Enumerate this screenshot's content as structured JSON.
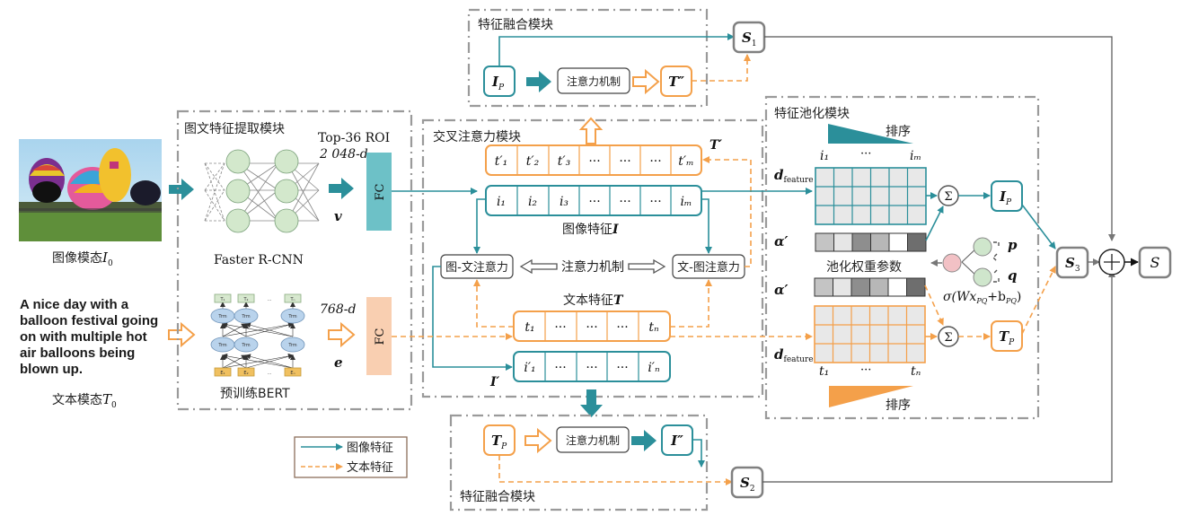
{
  "colors": {
    "image_feature": "#2b8f9a",
    "text_feature": "#f4a04a",
    "fc_image": "#6dc1c7",
    "fc_text": "#f9cfb1",
    "module_border": "#9a9a9a",
    "score_box": "#808080"
  },
  "inputs": {
    "image_caption": "图像模态",
    "image_symbol": "I",
    "image_sub": "0",
    "text_sample": [
      "A nice day with a",
      "balloon festival going",
      "on with multiple hot",
      "air balloons being",
      "blown up."
    ],
    "text_caption": "文本模态",
    "text_symbol": "T",
    "text_sub": "0"
  },
  "extraction_module": {
    "title": "图文特征提取模块",
    "cnn_label": "Faster R-CNN",
    "roi_label": "Top-36 ROI",
    "dim_image": "2 048-d",
    "vec_image": "v",
    "fc_label": "FC",
    "bert_label": "预训练BERT",
    "bert_tokens_top": [
      "T₁",
      "T₂",
      "...",
      "Tₙ"
    ],
    "bert_trm": "Trm",
    "bert_tokens_bottom": [
      "E₁",
      "E₂",
      "...",
      "Eₙ"
    ],
    "dim_text": "768-d",
    "vec_text": "e"
  },
  "cross_attention_module": {
    "title": "交叉注意力模块",
    "t_prime_label": "T′",
    "t_prime_cells": [
      "t′₁",
      "t′₂",
      "t′₃",
      "···",
      "···",
      "···",
      "t′ₘ"
    ],
    "i_cells": [
      "i₁",
      "i₂",
      "i₃",
      "···",
      "···",
      "···",
      "iₘ"
    ],
    "image_feature_label": "图像特征",
    "image_feature_symbol": "I",
    "img_to_text_label": "图-文注意力",
    "attention_label": "注意力机制",
    "text_to_img_label": "文-图注意力",
    "text_feature_label": "文本特征",
    "text_feature_symbol": "T",
    "t_cells": [
      "t₁",
      "···",
      "···",
      "···",
      "tₙ"
    ],
    "i_prime_cells": [
      "i′₁",
      "···",
      "···",
      "···",
      "i′ₙ"
    ],
    "i_prime_label": "I′"
  },
  "fusion_top": {
    "title": "特征融合模块",
    "ip_label": "I",
    "ip_sub": "P",
    "attention_label": "注意力机制",
    "out_label": "T″"
  },
  "fusion_bottom": {
    "title": "特征融合模块",
    "tp_label": "T",
    "tp_sub": "P",
    "attention_label": "注意力机制",
    "out_label": "I″"
  },
  "pooling_module": {
    "title": "特征池化模块",
    "sort_label": "排序",
    "i_first": "i₁",
    "ellipsis": "···",
    "i_last": "iₘ",
    "d_feature": "d",
    "d_feature_sub": "feature",
    "alpha_label": "α′",
    "alpha_shades": [
      "#c4c4c4",
      "#e6e6e6",
      "#8e8e8e",
      "#b7b7b7",
      "#ffffff",
      "#6e6e6e"
    ],
    "weights_label": "池化权重参数",
    "p_label": "p",
    "q_label": "q",
    "sigma_formula": "σ(Wx",
    "sigma_sub1": "PQ",
    "sigma_mid": "+b",
    "sigma_sub2": "PQ",
    "sigma_end": ")",
    "sum_symbol": "Σ",
    "t_first": "t₁",
    "t_last": "tₙ",
    "ip_label": "I",
    "ip_sub": "P",
    "tp_label": "T",
    "tp_sub": "P"
  },
  "scores": {
    "s1": "S",
    "s1_sub": "1",
    "s2": "S",
    "s2_sub": "2",
    "s3": "S",
    "s3_sub": "3",
    "plus": "+",
    "final": "S"
  },
  "legend": {
    "image_feature": "图像特征",
    "text_feature": "文本特征"
  }
}
